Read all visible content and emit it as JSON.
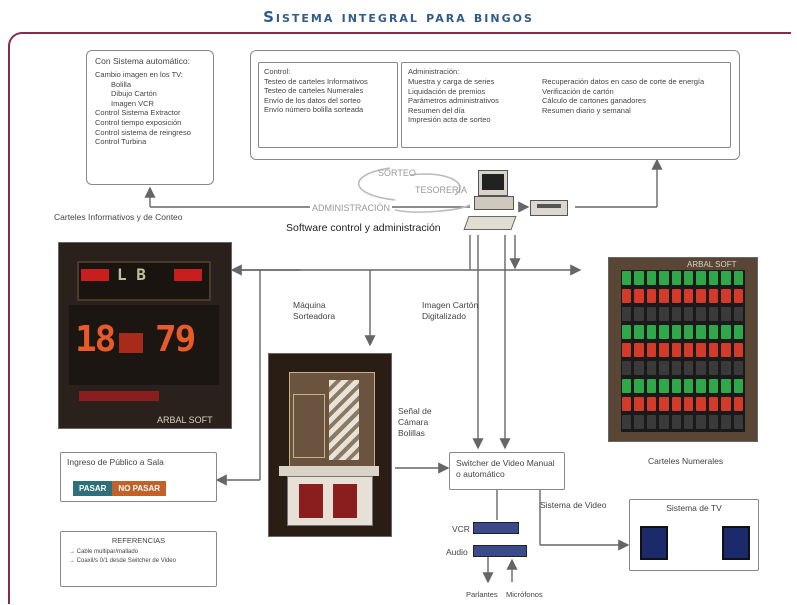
{
  "title": "Sistema integral para bingos",
  "auto_box": {
    "heading": "Con Sistema automático:",
    "lines": [
      {
        "text": "Cambio imagen en los TV:",
        "indent": false
      },
      {
        "text": "Bolilla",
        "indent": true
      },
      {
        "text": "Dibujo Cartón",
        "indent": true
      },
      {
        "text": "Imagen VCR",
        "indent": true
      },
      {
        "text": "Control Sistema Extractor",
        "indent": false
      },
      {
        "text": "Control tiempo exposición",
        "indent": false
      },
      {
        "text": "Control sistema de reingreso",
        "indent": false
      },
      {
        "text": "Control Turbina",
        "indent": false
      }
    ]
  },
  "control_box": {
    "heading": "Control:",
    "lines": [
      "Testeo de carteles Informativos",
      "Testeo de carteles Numerales",
      "Envío de los datos del sorteo",
      "Envío número bolilla sorteada"
    ]
  },
  "admin_box": {
    "heading": "Administración:",
    "col1": [
      "Muestra y carga de series",
      "Liquidación de premios",
      "Parámetros administrativos",
      "Resumen del día",
      "Impresión acta de sorteo"
    ],
    "col2": [
      "Recuperación datos en caso de corte de energía",
      "Verificación de cartón",
      "Cálculo de cartones ganadores",
      "Resumen diario y semanal"
    ]
  },
  "software": {
    "sorteo": "SORTEO",
    "tesoreria": "TESORERÍA",
    "administracion": "ADMINISTRACIÓN",
    "caption": "Software control y administración"
  },
  "labels": {
    "carteles_info": "Carteles Informativos y de Conteo",
    "maquina": "Máquina Sorteadora",
    "imagen_carton": "Imagen Cartón Digitalizado",
    "senal_camara": "Señal de Cámara Bolillas",
    "carteles_numerales": "Carteles Numerales",
    "sistema_video": "Sistema de Video",
    "sistema_tv": "Sistema de TV",
    "switcher": "Switcher de Video Manual o automático",
    "vcr": "VCR",
    "audio": "Audio",
    "parlantes": "Parlantes",
    "micrófonos": "Micrófonos"
  },
  "scoreboard": {
    "lb": "L B",
    "left_num": "18",
    "right_num": "79",
    "brand": "ARBAL SOFT"
  },
  "numerales_brand": "ARBAL SOFT",
  "ingreso": {
    "heading": "Ingreso de Público a Sala",
    "pasar": "PASAR",
    "no_pasar": "NO PASAR"
  },
  "referencias": {
    "heading": "REFERENCIAS",
    "items": [
      "Cable multipar/mallado",
      "Coaxil/s 0/1 desde Switcher de Video"
    ]
  },
  "colors": {
    "title": "#2f5c8a",
    "frame": "#8a2a4a",
    "arrow": "#666666",
    "pasar": "#2f6f7a",
    "no_pasar": "#c0622a"
  }
}
